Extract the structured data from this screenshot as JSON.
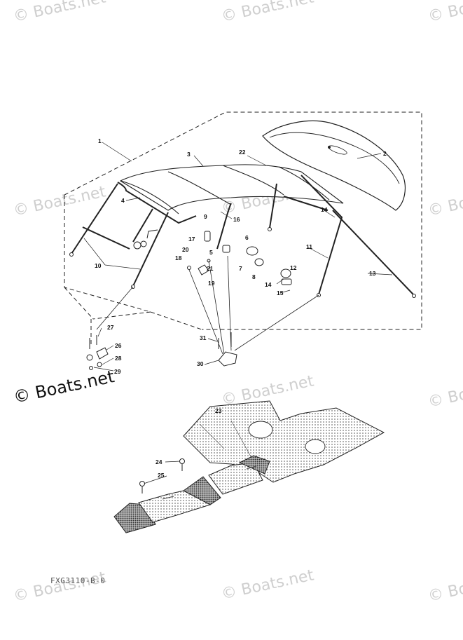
{
  "watermark": {
    "main": "© Boats.net",
    "faint": "© Boats.net"
  },
  "diagram_code": "FXG3110-B-0",
  "part_numbers": [
    "1",
    "2",
    "3",
    "4",
    "5",
    "6",
    "7",
    "8",
    "9",
    "10",
    "11",
    "12",
    "13",
    "14",
    "14",
    "15",
    "16",
    "17",
    "18",
    "19",
    "20",
    "21",
    "22",
    "23",
    "24",
    "25",
    "26",
    "27",
    "28",
    "29",
    "30",
    "31"
  ]
}
